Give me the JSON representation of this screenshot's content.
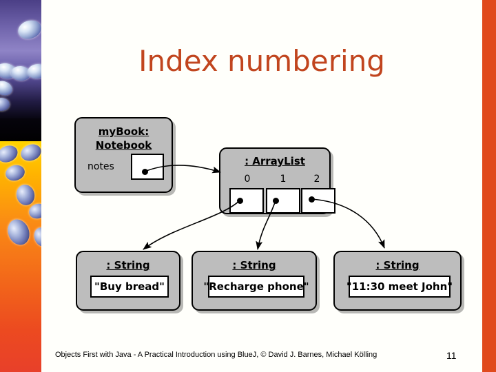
{
  "slide": {
    "title": "Index numbering",
    "title_color": "#c1451e",
    "background_color": "#fffffb",
    "accent_bar_color": "#e04a1d",
    "page_number": "11",
    "footer": "Objects First with Java - A Practical Introduction using BlueJ, © David J. Barnes, Michael Kölling"
  },
  "diagram": {
    "type": "object-reference-diagram",
    "box_fill_color": "#bdbdbd",
    "field_fill_color": "#ffffff",
    "notebook": {
      "title_name": "myBook",
      "title_separator": ":",
      "title_class": "Notebook",
      "field_label": "notes",
      "field_value": ""
    },
    "arraylist": {
      "title": ": ArrayList",
      "indices": [
        "0",
        "1",
        "2"
      ],
      "cells": [
        "",
        "",
        ""
      ]
    },
    "strings": [
      {
        "title": ": String",
        "value": "\"Buy bread\""
      },
      {
        "title": ": String",
        "value": "\"Recharge phone\""
      },
      {
        "title": ": String",
        "value": "\"11:30 meet John\""
      }
    ],
    "arrows": [
      {
        "from": "notebook.notes",
        "to": "arraylist"
      },
      {
        "from": "arraylist.0",
        "to": "string-0"
      },
      {
        "from": "arraylist.1",
        "to": "string-1"
      },
      {
        "from": "arraylist.2",
        "to": "string-2"
      }
    ]
  }
}
